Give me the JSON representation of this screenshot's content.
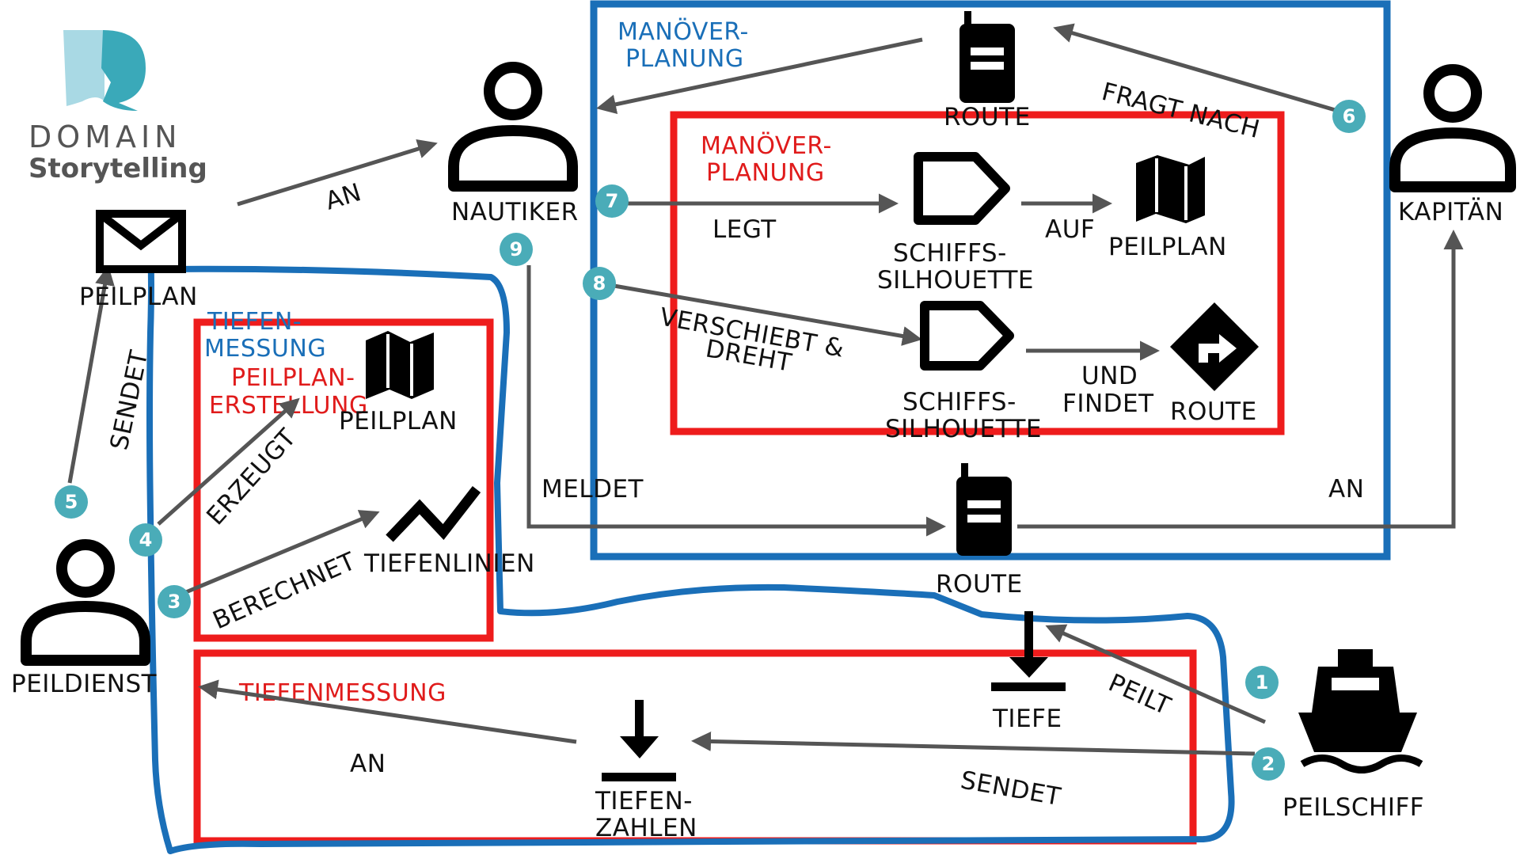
{
  "logo": {
    "line1": "DOMAIN",
    "line2": "Storytelling",
    "colors": {
      "light": "#a9d9e4",
      "dark": "#3aa9b9"
    }
  },
  "colors": {
    "red_box": "#ee1c1c",
    "blue_box": "#1a6fb8",
    "badge": "#4aacb8",
    "arrow": "#555555"
  },
  "actors": {
    "nautiker": "NAUTIKER",
    "kapitaen": "KAPITÄN",
    "peildienst": "PEILDIENST",
    "peilschiff": "PEILSCHIFF"
  },
  "work_objects": {
    "peilplan_mail": "PEILPLAN",
    "route_top": "ROUTE",
    "silhouette1_l1": "SCHIFFS-",
    "silhouette1_l2": "SILHOUETTE",
    "peilplan_map": "PEILPLAN",
    "silhouette2_l1": "SCHIFFS-",
    "silhouette2_l2": "SILHOUETTE",
    "route_sign": "ROUTE",
    "peilplan_left": "PEILPLAN",
    "tiefenlinien": "TIEFENLINIEN",
    "route_bottom": "ROUTE",
    "tiefe": "TIEFE",
    "tiefenzahlen_l1": "TIEFEN-",
    "tiefenzahlen_l2": "ZAHLEN"
  },
  "activities": {
    "an_top": "AN",
    "frag_nach": "FRAGT NACH",
    "legt": "LEGT",
    "auf": "AUF",
    "verschiebt_l1": "VERSCHIEBT &",
    "verschiebt_l2": "DREHT",
    "und_findet_l1": "UND",
    "und_findet_l2": "FINDET",
    "meldet": "MELDET",
    "an_right": "AN",
    "sendet_left": "SENDET",
    "erzeugt": "ERZEUGT",
    "berechnet": "BERECHNET",
    "an_bottom": "AN",
    "peilt": "PEILT",
    "sendet_bottom": "SENDET"
  },
  "groups": {
    "blue_top_l1": "MANÖVER-",
    "blue_top_l2": "PLANUNG",
    "red_top_l1": "MANÖVER-",
    "red_top_l2": "PLANUNG",
    "blue_left_l1": "TIEFEN-",
    "blue_left_l2": "MESSUNG",
    "red_left_l1": "PEILPLAN-",
    "red_left_l2": "ERSTELLUNG",
    "red_bottom": "TIEFENMESSUNG"
  },
  "badges": [
    "1",
    "2",
    "3",
    "4",
    "5",
    "6",
    "7",
    "8",
    "9"
  ]
}
